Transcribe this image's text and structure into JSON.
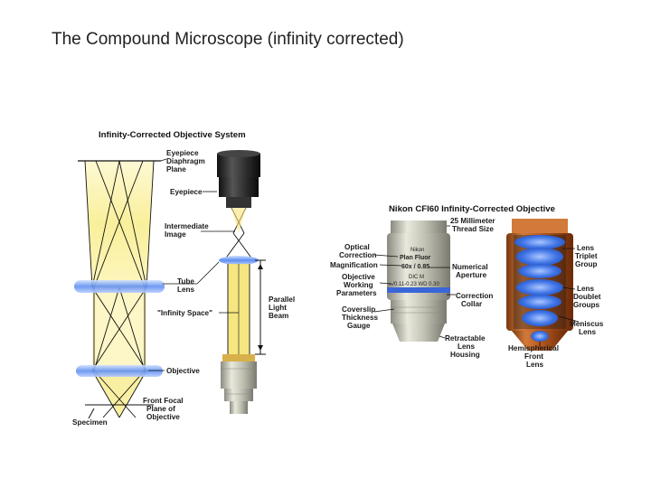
{
  "slide": {
    "title": "The Compound Microscope (infinity corrected)"
  },
  "left_diagram": {
    "title": "Infinity-Corrected Objective System",
    "labels": {
      "eyepiece_diaphragm": [
        "Eyepiece",
        "Diaphragm",
        "Plane"
      ],
      "eyepiece": [
        "Eyepiece"
      ],
      "intermediate_image": [
        "Intermediate",
        "Image"
      ],
      "tube_lens": [
        "Tube",
        "Lens"
      ],
      "infinity_space": [
        "\"Infinity Space\""
      ],
      "parallel_beam": [
        "Parallel",
        "Light",
        "Beam"
      ],
      "objective": [
        "Objective"
      ],
      "front_focal": [
        "Front Focal",
        "Plane of",
        "Objective"
      ],
      "specimen": [
        "Specimen"
      ]
    }
  },
  "right_diagram": {
    "title": "Nikon CFI60 Infinity-Corrected Objective",
    "labels": {
      "thread_size": [
        "25 Millimeter",
        "Thread Size"
      ],
      "optical_correction": [
        "Optical",
        "Correction"
      ],
      "magnification": [
        "Magnification"
      ],
      "working_params": [
        "Objective",
        "Working",
        "Parameters"
      ],
      "coverslip_gauge": [
        "Coverslip",
        "Thickness",
        "Gauge"
      ],
      "numerical_aperture": [
        "Numerical",
        "Aperture"
      ],
      "correction_collar": [
        "Correction",
        "Collar"
      ],
      "retractable_housing": [
        "Retractable",
        "Lens",
        "Housing"
      ],
      "lens_triplet": [
        "Lens",
        "Triplet",
        "Group"
      ],
      "lens_doublet": [
        "Lens",
        "Doublet",
        "Groups"
      ],
      "meniscus_lens": [
        "Meniscus",
        "Lens"
      ],
      "hemispherical_lens": [
        "Hemispherical",
        "Front",
        "Lens"
      ]
    },
    "objective_markings": {
      "brand": "Nikon",
      "type": "Plan Fluor",
      "mag_na": "60x / 0.85",
      "dic": "DIC M",
      "params": "∞/0.11-0.23 WD 0.30"
    }
  }
}
